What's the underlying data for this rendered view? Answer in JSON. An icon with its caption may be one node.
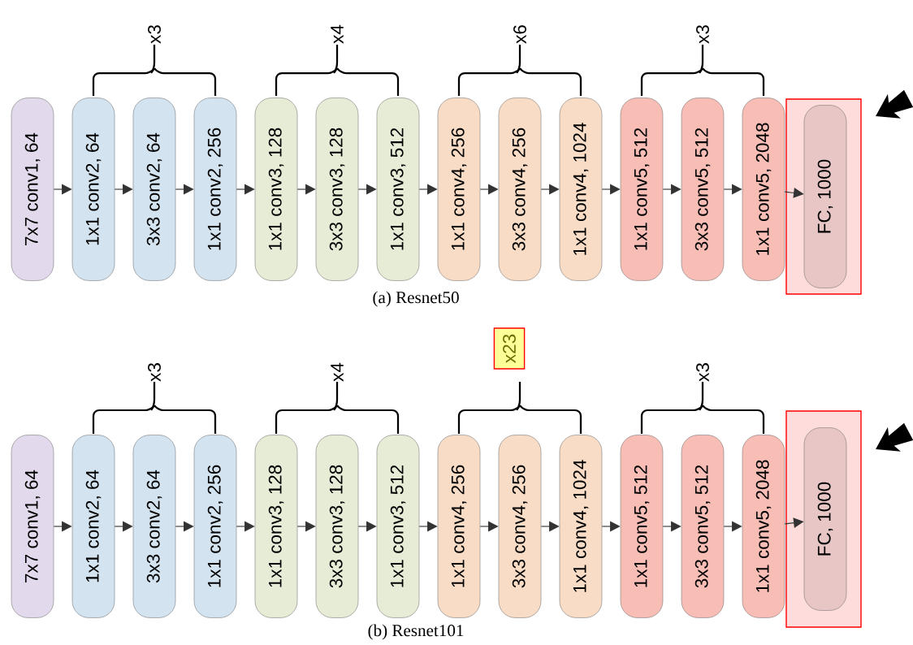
{
  "diagram": {
    "nodes": [
      {
        "text": [
          "7x7 conv1, 64"
        ]
      },
      {
        "text": [
          "1x1 conv2, 64"
        ]
      },
      {
        "text": [
          "3x3 conv2, 64"
        ]
      },
      {
        "text": [
          "1x1 conv2, 256"
        ]
      },
      {
        "text": [
          "1x1 conv3, 128"
        ]
      },
      {
        "text": [
          "3x3 conv3, 128"
        ]
      },
      {
        "text": [
          "1x1 conv3, 512"
        ]
      },
      {
        "text": [
          "1x1 conv4, 256"
        ]
      },
      {
        "text": [
          "3x3 conv4, 256"
        ]
      },
      {
        "text": [
          "1x1 conv4, 1024"
        ]
      },
      {
        "text": [
          "1x1 conv5, 512"
        ]
      },
      {
        "text": [
          "3x3 conv5, 512"
        ]
      },
      {
        "text": [
          "1x1 conv5, 2048"
        ]
      },
      {
        "text": [],
        "shape": "box"
      },
      {
        "text": [
          "FC, 1000"
        ],
        "in": 13
      },
      {
        "text": [
          "x23"
        ]
      },
      {
        "text": [
          "7x7 conv1, 64"
        ]
      },
      {
        "text": [
          "1x1 conv2, 64"
        ]
      },
      {
        "text": [
          "3x3 conv2, 64"
        ]
      },
      {
        "text": [
          "1x1 conv2, 256"
        ]
      },
      {
        "text": [
          "1x1 conv3, 128"
        ]
      },
      {
        "text": [
          "3x3 conv3, 128"
        ]
      },
      {
        "text": [
          "1x1 conv3, 512"
        ]
      },
      {
        "text": [
          "1x1 conv4, 256"
        ]
      },
      {
        "text": [
          "3x3 conv4, 256"
        ]
      },
      {
        "text": [
          "1x1 conv4, 1024"
        ]
      },
      {
        "text": [
          "1x1 conv5, 512"
        ]
      },
      {
        "text": [
          "3x3 conv5, 512"
        ]
      },
      {
        "text": [
          "1x1 conv5, 2048"
        ]
      },
      {
        "text": [],
        "shape": "box"
      },
      {
        "text": [
          "FC, 1000"
        ],
        "in": 29
      }
    ],
    "edges": [
      {
        "from": 0,
        "to": 1,
        "arrow": "to"
      },
      {
        "from": 1,
        "to": 2,
        "arrow": "to"
      },
      {
        "from": 2,
        "to": 3,
        "arrow": "to"
      },
      {
        "from": 3,
        "to": 4,
        "arrow": "to"
      },
      {
        "from": 4,
        "to": 5,
        "arrow": "to"
      },
      {
        "from": 5,
        "to": 6,
        "arrow": "to"
      },
      {
        "from": 6,
        "to": 7,
        "arrow": "to"
      },
      {
        "from": 7,
        "to": 8,
        "arrow": "to"
      },
      {
        "from": 8,
        "to": 9,
        "arrow": "to"
      },
      {
        "from": 9,
        "to": 10,
        "arrow": "to"
      },
      {
        "from": 10,
        "to": 11,
        "arrow": "to"
      },
      {
        "from": 11,
        "to": 12,
        "arrow": "to"
      },
      {
        "from": 12,
        "to": 14,
        "arrow": "to"
      },
      {
        "from": 16,
        "to": 17,
        "arrow": "to"
      },
      {
        "from": 17,
        "to": 18,
        "arrow": "to"
      },
      {
        "from": 18,
        "to": 19,
        "arrow": "to"
      },
      {
        "from": 19,
        "to": 20,
        "arrow": "to"
      },
      {
        "from": 20,
        "to": 21,
        "arrow": "to"
      },
      {
        "from": 21,
        "to": 22,
        "arrow": "to"
      },
      {
        "from": 22,
        "to": 23,
        "arrow": "to"
      },
      {
        "from": 23,
        "to": 24,
        "arrow": "to"
      },
      {
        "from": 24,
        "to": 25,
        "arrow": "to"
      },
      {
        "from": 25,
        "to": 26,
        "arrow": "to"
      },
      {
        "from": 26,
        "to": 27,
        "arrow": "to"
      },
      {
        "from": 27,
        "to": 28,
        "arrow": "to"
      },
      {
        "from": 28,
        "to": 30,
        "arrow": "to"
      }
    ],
    "labels": [
      "x3",
      "x4",
      "x6",
      "x3",
      "(a) Resnet50",
      "x3",
      "x4",
      "x3",
      "(b) Resnet101"
    ]
  }
}
